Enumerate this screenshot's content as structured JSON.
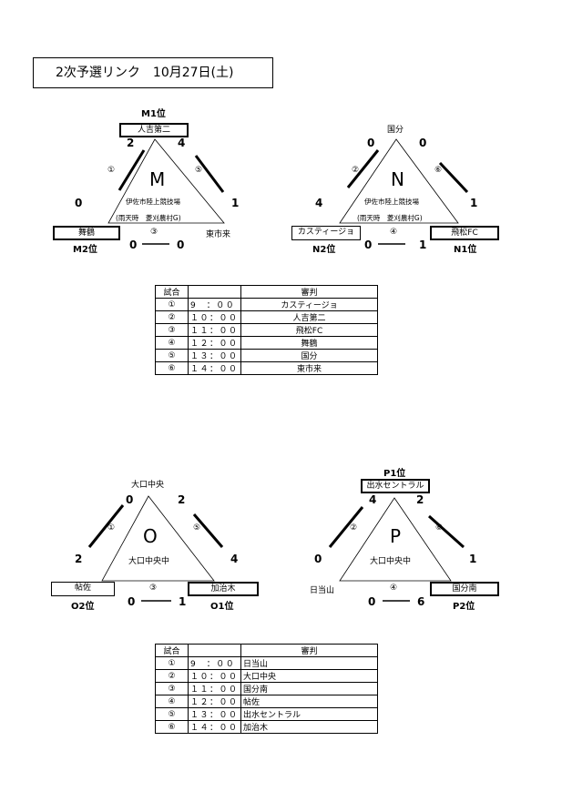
{
  "title": "2次予選リンク　10月27日(土)",
  "groups": {
    "M": {
      "letter": "M",
      "venue1": "伊佐市陸上競技場",
      "venue2": "(雨天時　菱刈農村G)",
      "top_rank": "M1位",
      "top_team": "人吉第二",
      "left_rank": "M2位",
      "left_team": "舞鶴",
      "right_team": "東市来",
      "s_top_left": "2",
      "s_top_right": "4",
      "s_left_top": "0",
      "s_right_top": "1",
      "s_bottom_left": "0",
      "s_bottom_right": "0",
      "c1": "①",
      "c3": "③",
      "c5": "⑤"
    },
    "N": {
      "letter": "N",
      "venue1": "伊佐市陸上競技場",
      "venue2": "(雨天時　菱刈農村G)",
      "top_team": "国分",
      "left_rank": "N2位",
      "left_team": "カスティージョ",
      "right_rank": "N1位",
      "right_team": "飛松FC",
      "s_top_left": "0",
      "s_top_right": "0",
      "s_left_top": "4",
      "s_right_top": "1",
      "s_bottom_left": "0",
      "s_bottom_right": "1",
      "c2": "②",
      "c4": "④",
      "c6": "⑥"
    },
    "O": {
      "letter": "O",
      "venue1": "大口中央中",
      "top_team": "大口中央",
      "left_rank": "O2位",
      "left_team": "帖佐",
      "right_rank": "O1位",
      "right_team": "加治木",
      "s_top_left": "0",
      "s_top_right": "2",
      "s_left_top": "2",
      "s_right_top": "4",
      "s_bottom_left": "0",
      "s_bottom_right": "1",
      "c1": "①",
      "c3": "③",
      "c5": "⑤"
    },
    "P": {
      "letter": "P",
      "venue1": "大口中央中",
      "top_rank": "P1位",
      "top_team": "出水セントラル",
      "left_team": "日当山",
      "right_rank": "P2位",
      "right_team": "国分南",
      "s_top_left": "4",
      "s_top_right": "2",
      "s_left_top": "0",
      "s_right_top": "1",
      "s_bottom_left": "0",
      "s_bottom_right": "6",
      "c2": "②",
      "c4": "④",
      "c6": "⑥"
    }
  },
  "table1": {
    "h_match": "試合",
    "h_time": "",
    "h_ref": "審判",
    "rows": [
      {
        "no": "①",
        "time": "9　：００",
        "ref": "カスティージョ"
      },
      {
        "no": "②",
        "time": "１０：００",
        "ref": "人吉第二"
      },
      {
        "no": "③",
        "time": "１１：００",
        "ref": "飛松FC"
      },
      {
        "no": "④",
        "time": "１２：００",
        "ref": "舞鶴"
      },
      {
        "no": "⑤",
        "time": "１３：００",
        "ref": "国分"
      },
      {
        "no": "⑥",
        "time": "１４：００",
        "ref": "東市来"
      }
    ]
  },
  "table2": {
    "h_match": "試合",
    "h_time": "",
    "h_ref": "審判",
    "rows": [
      {
        "no": "①",
        "time": "9　：００",
        "ref": "日当山"
      },
      {
        "no": "②",
        "time": "１０：００",
        "ref": "大口中央"
      },
      {
        "no": "③",
        "time": "１１：００",
        "ref": "国分南"
      },
      {
        "no": "④",
        "time": "１２：００",
        "ref": "帖佐"
      },
      {
        "no": "⑤",
        "time": "１３：００",
        "ref": "出水セントラル"
      },
      {
        "no": "⑥",
        "time": "１４：００",
        "ref": "加治木"
      }
    ]
  }
}
